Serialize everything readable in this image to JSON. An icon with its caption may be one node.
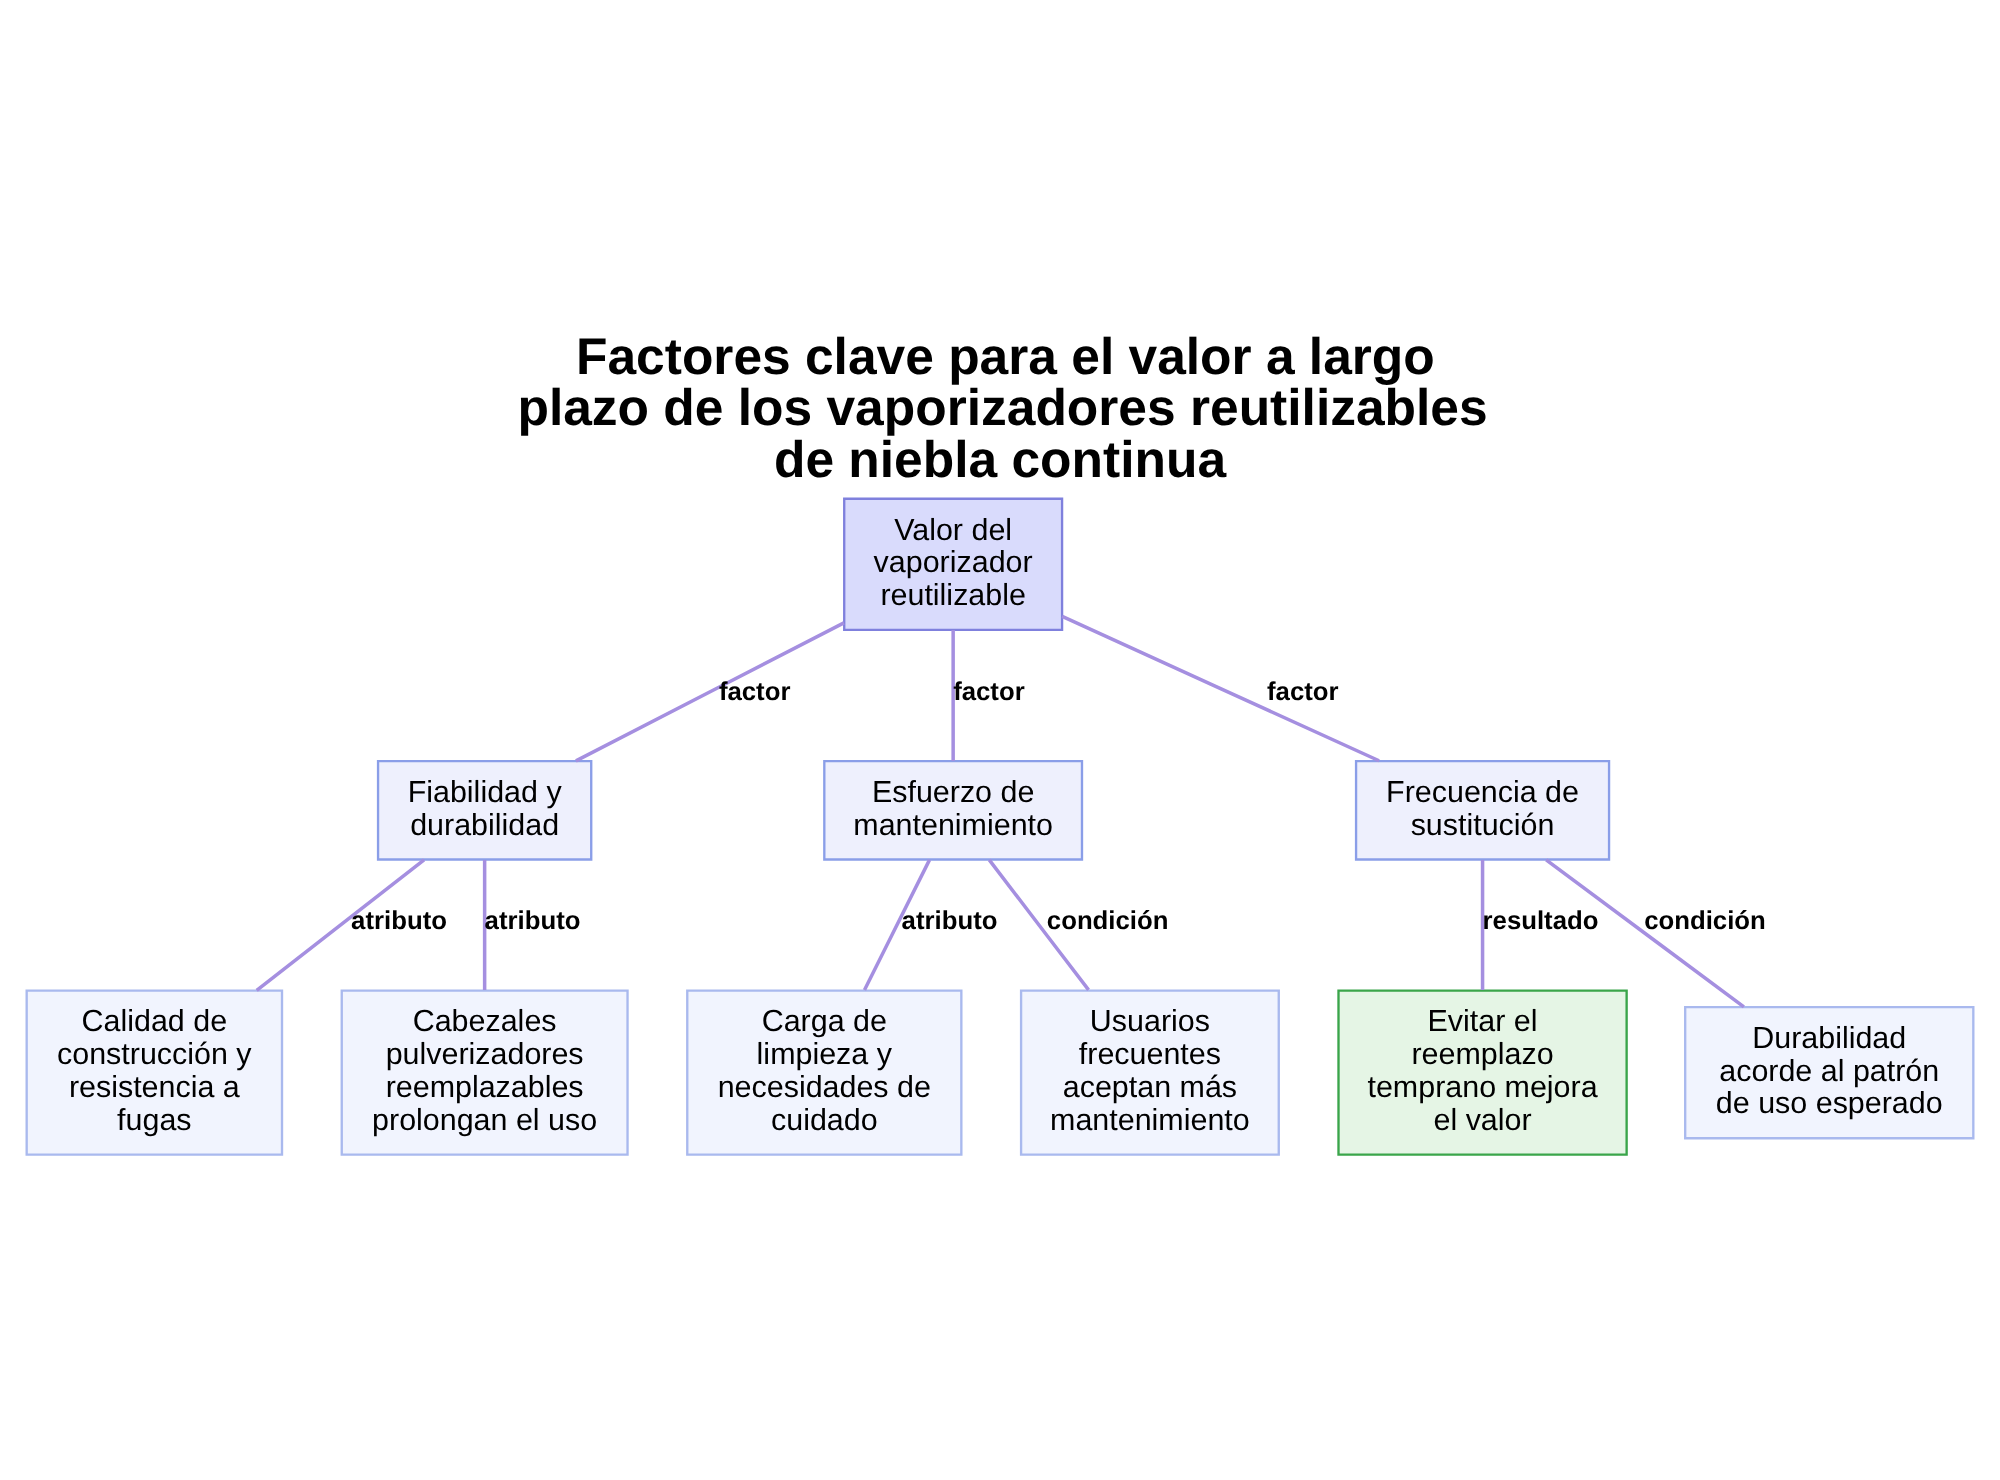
{
  "diagram": {
    "title": "Factores clave para el valor a largo plazo de los vaporizadores reutilizables de niebla continua",
    "nodes": [
      {
        "text": [
          "Valor del vaporizador reutilizable"
        ]
      },
      {
        "text": [
          "Fiabilidad y durabilidad"
        ]
      },
      {
        "text": [
          "Esfuerzo de mantenimiento"
        ]
      },
      {
        "text": [
          "Frecuencia de sustitución"
        ]
      },
      {
        "text": [
          "Calidad de construcción y resistencia a fugas"
        ]
      },
      {
        "text": [
          "Cabezales pulverizadores reemplazables prolongan el uso"
        ]
      },
      {
        "text": [
          "Carga de limpieza y necesidades de cuidado"
        ]
      },
      {
        "text": [
          "Usuarios frecuentes aceptan más mantenimiento"
        ]
      },
      {
        "text": [
          "Evitar el reemplazo temprano mejora el valor"
        ]
      },
      {
        "text": [
          "Durabilidad acorde al patrón de uso esperado"
        ]
      }
    ],
    "edges": [
      {
        "from": 0,
        "to": 1,
        "arrow": "none",
        "label": "factor"
      },
      {
        "from": 0,
        "to": 2,
        "arrow": "none",
        "label": "factor"
      },
      {
        "from": 0,
        "to": 3,
        "arrow": "none",
        "label": "factor"
      },
      {
        "from": 1,
        "to": 4,
        "arrow": "none",
        "label": "atributo"
      },
      {
        "from": 1,
        "to": 5,
        "arrow": "none",
        "label": "atributo"
      },
      {
        "from": 2,
        "to": 6,
        "arrow": "none",
        "label": "atributo"
      },
      {
        "from": 2,
        "to": 7,
        "arrow": "none",
        "label": "condición"
      },
      {
        "from": 3,
        "to": 8,
        "arrow": "none",
        "label": "resultado"
      },
      {
        "from": 3,
        "to": 9,
        "arrow": "none",
        "label": "condición"
      }
    ]
  }
}
